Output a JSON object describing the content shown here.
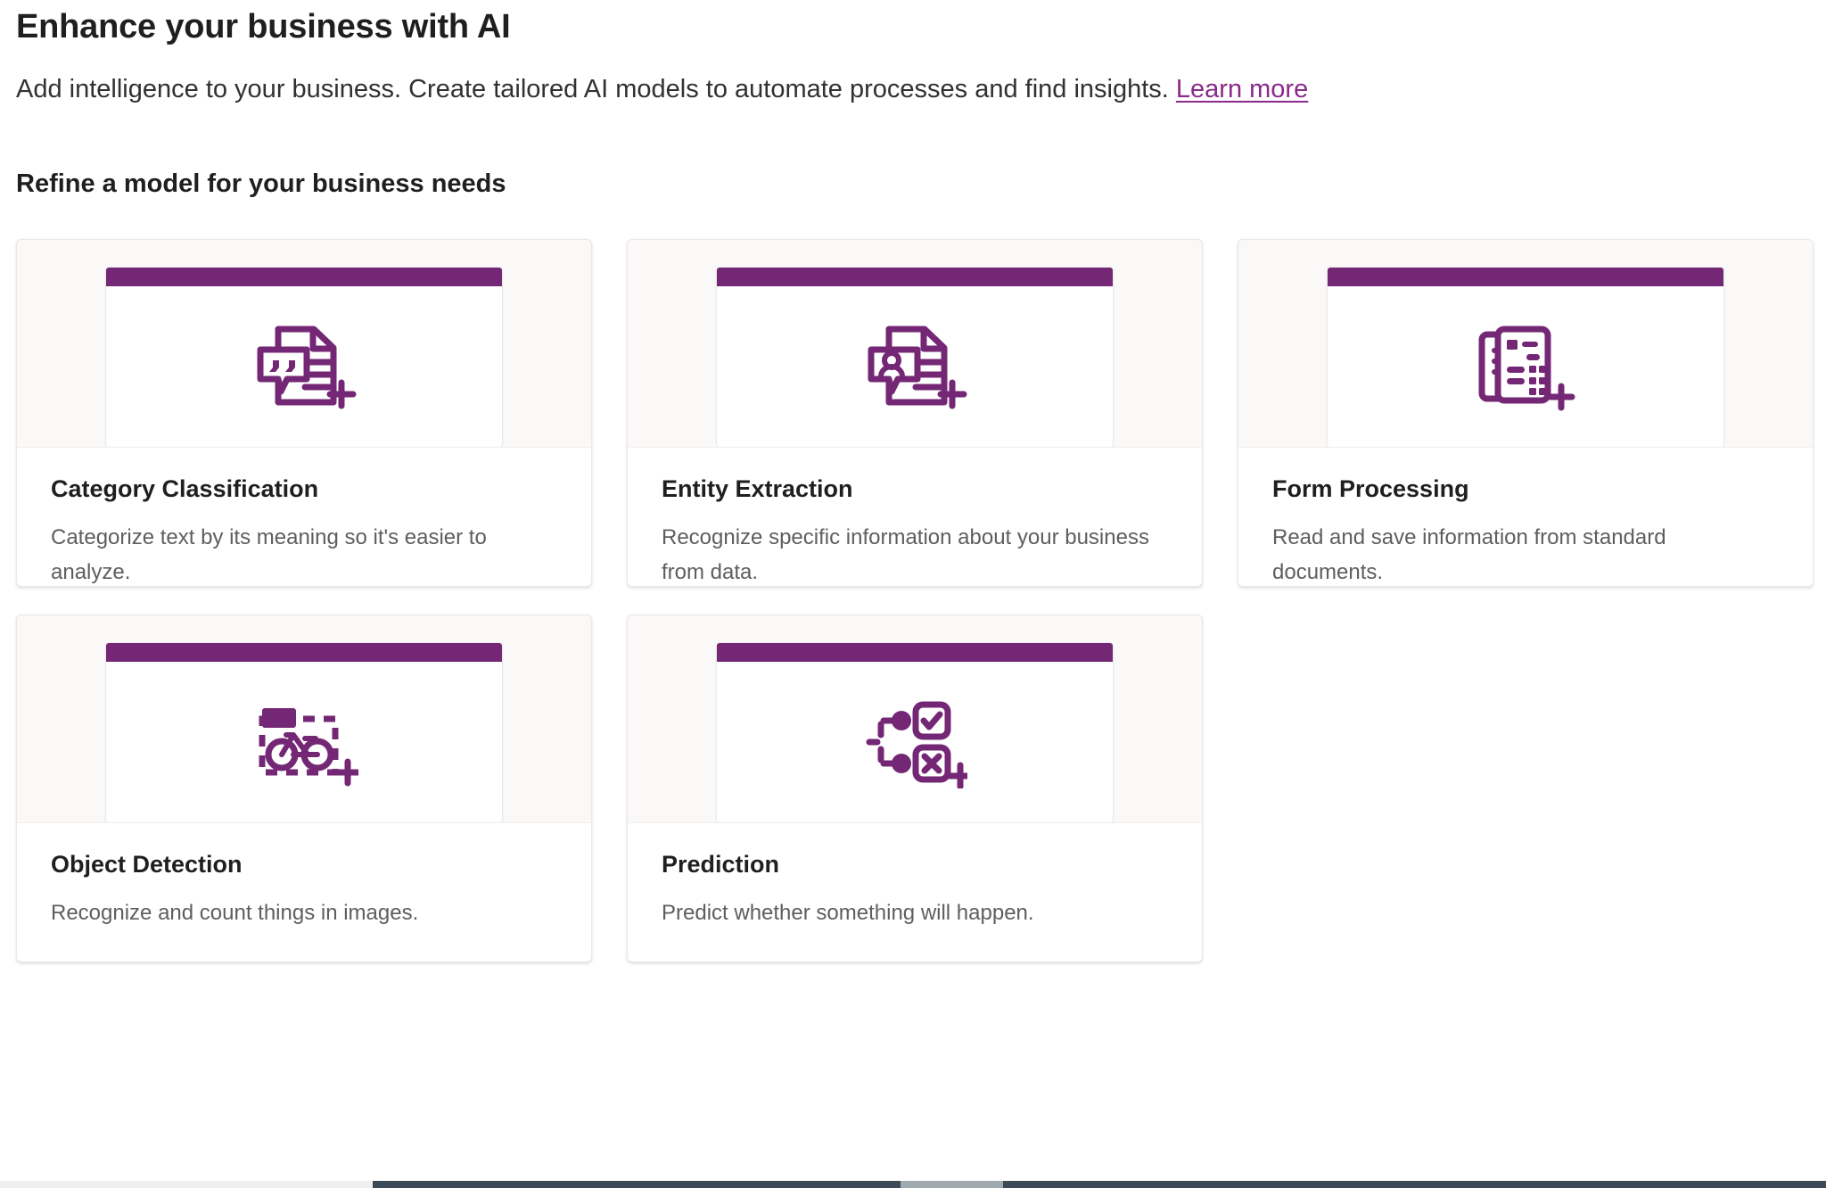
{
  "header": {
    "title": "Enhance your business with AI",
    "subtitle_text": "Add intelligence to your business. Create tailored AI models to automate processes and find insights.",
    "learn_more_label": "Learn more",
    "section_heading": "Refine a model for your business needs"
  },
  "colors": {
    "accent_purple": "#742774",
    "link_purple": "#8a2a8a",
    "card_background": "#faf9f8",
    "title_text": "#201f1e",
    "body_text": "#605e5c"
  },
  "cards": [
    {
      "title": "Category Classification",
      "description": "Categorize text by its meaning so it's easier to analyze.",
      "icon": "document-chat-add-icon"
    },
    {
      "title": "Entity Extraction",
      "description": "Recognize specific information about your business from data.",
      "icon": "document-person-add-icon"
    },
    {
      "title": "Form Processing",
      "description": "Read and save information from standard documents.",
      "icon": "form-documents-add-icon"
    },
    {
      "title": "Object Detection",
      "description": "Recognize and count things in images.",
      "icon": "bicycle-bounding-box-add-icon"
    },
    {
      "title": "Prediction",
      "description": "Predict whether something will happen.",
      "icon": "decision-tree-checkbox-add-icon"
    }
  ]
}
